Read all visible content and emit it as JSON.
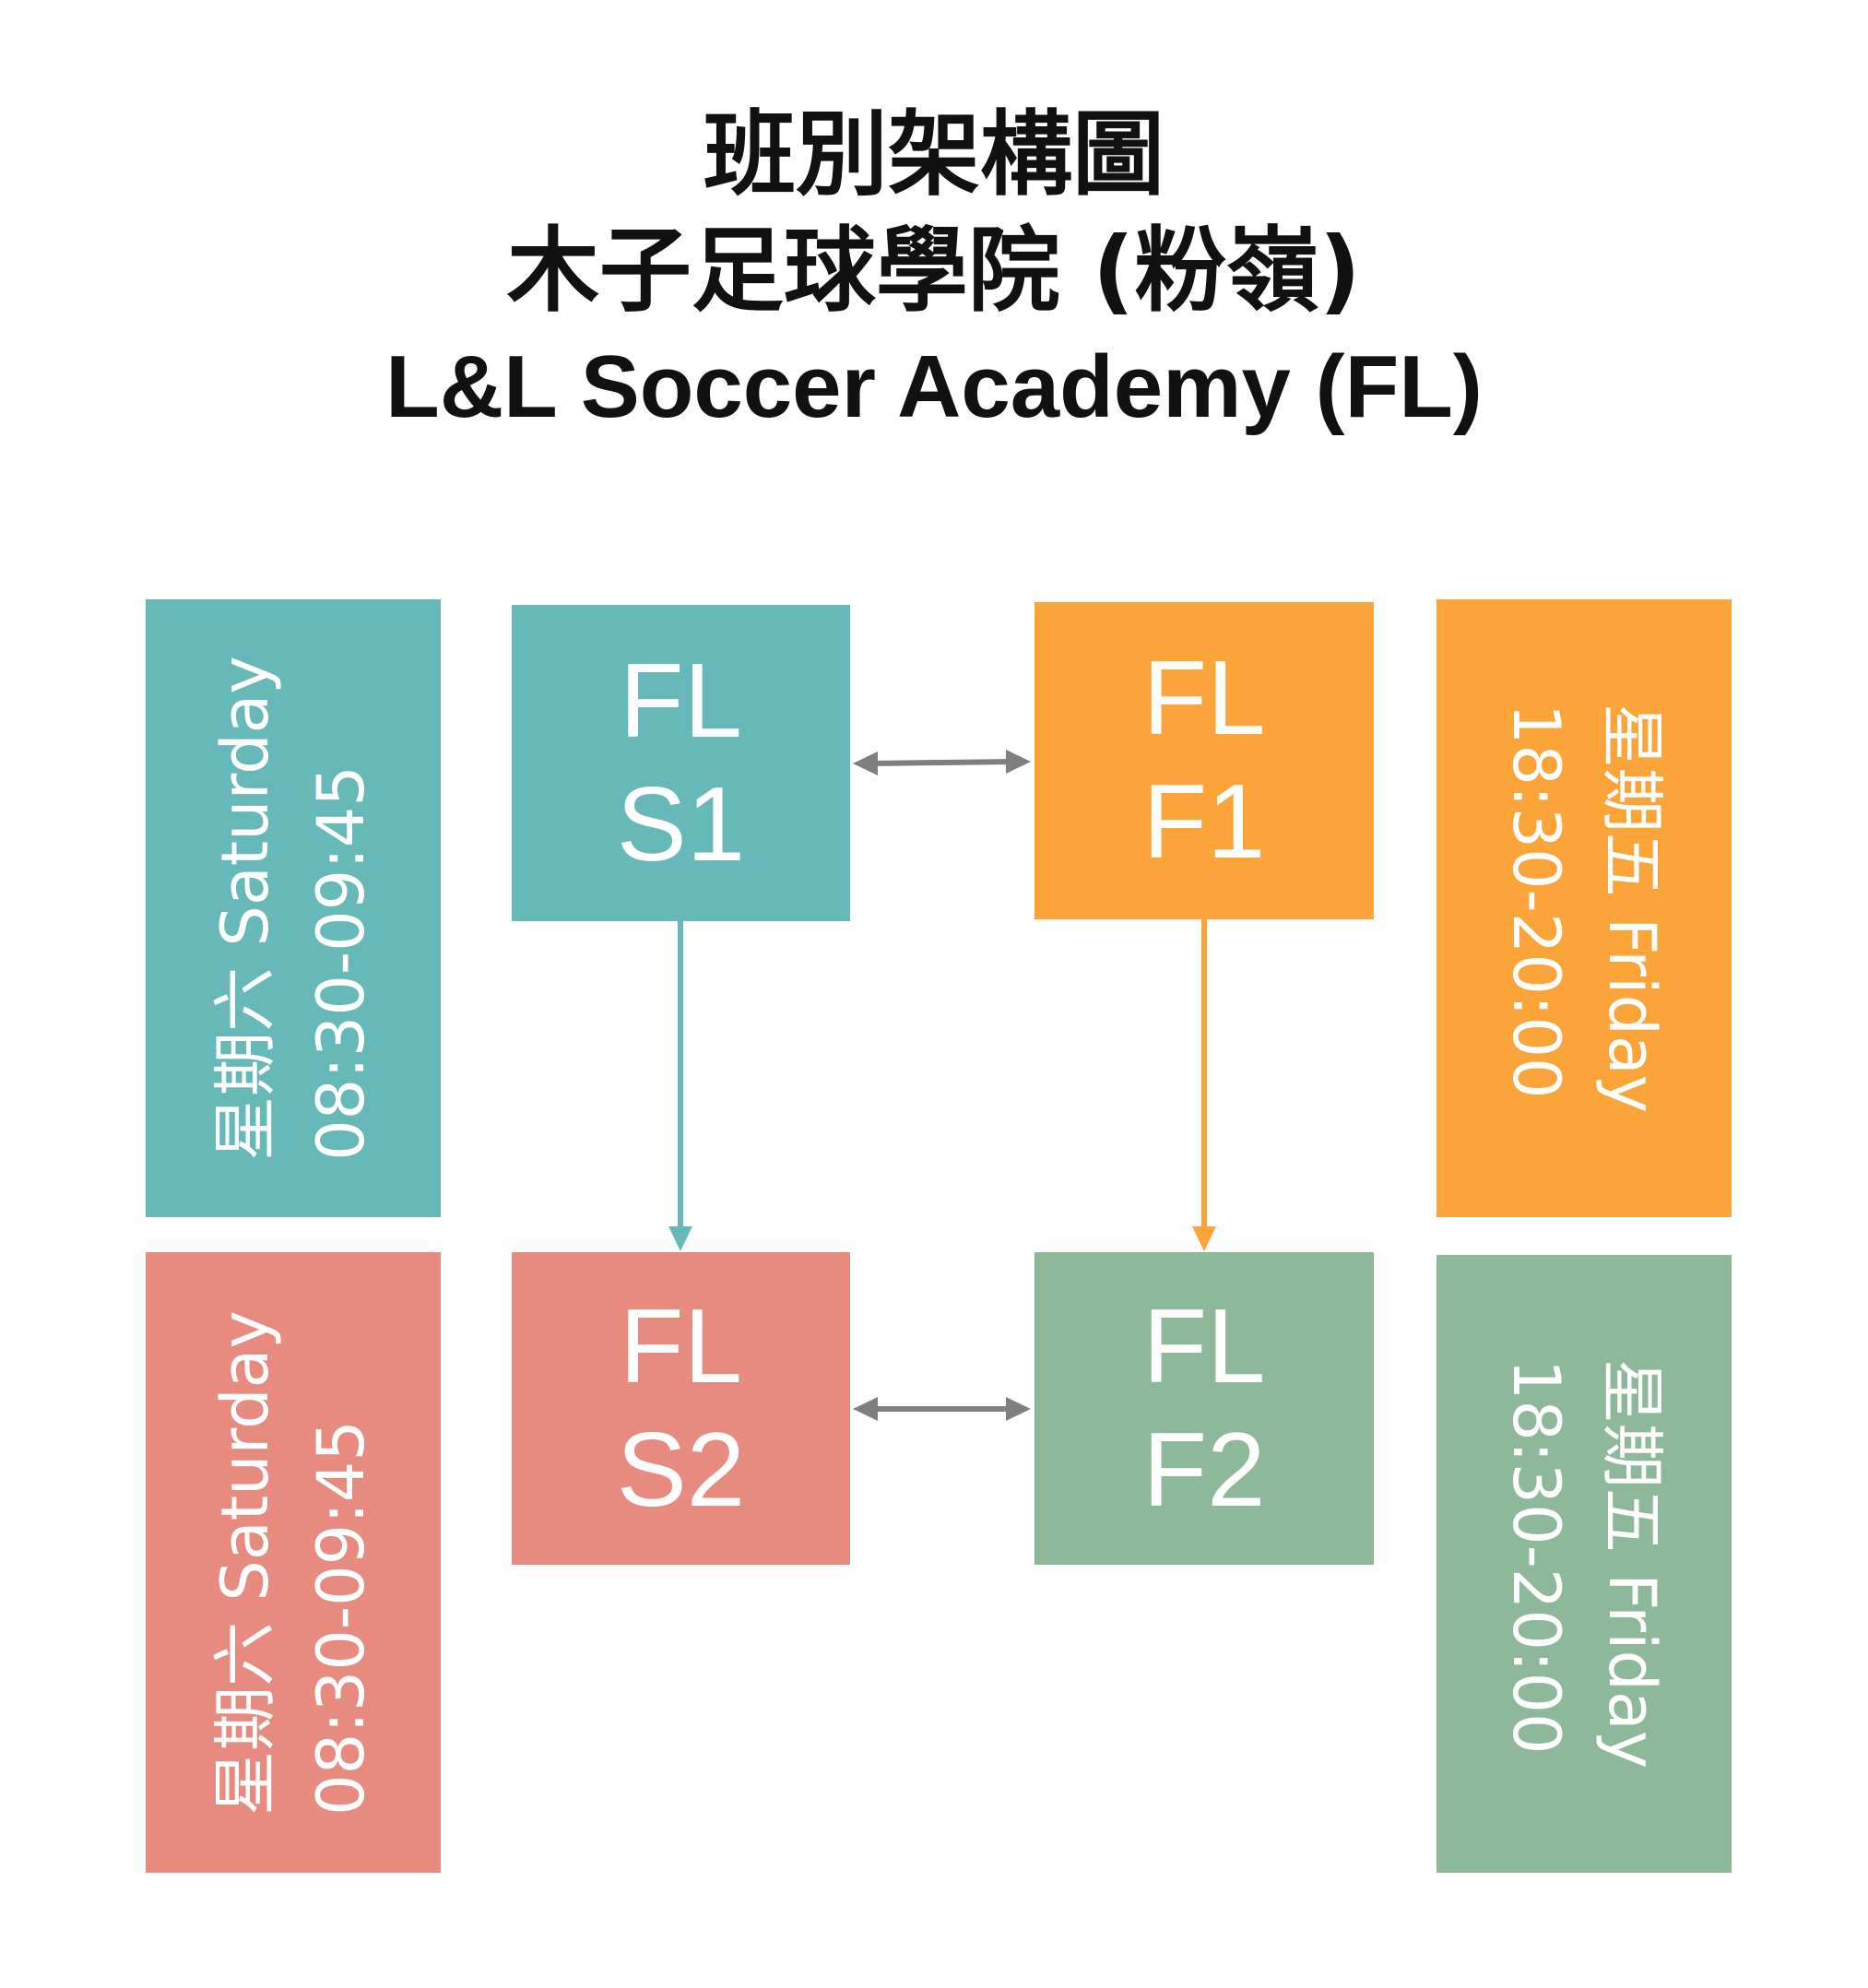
{
  "title": {
    "line1": "班別架構圖",
    "line2": "木子足球學院 (粉嶺)",
    "line3": "L&L Soccer Academy (FL)"
  },
  "schedules": {
    "saturday_top": {
      "day": "星期六 Saturday",
      "time": "08:30-09:45",
      "color": "#66b9b8"
    },
    "saturday_bottom": {
      "day": "星期六 Saturday",
      "time": "08:30-09:45",
      "color": "#e78b81"
    },
    "friday_top": {
      "day": "星期五 Friday",
      "time": "18:30-20:00",
      "color": "#fba43a"
    },
    "friday_bottom": {
      "day": "星期五 Friday",
      "time": "18:30-20:00",
      "color": "#8db99a"
    }
  },
  "classes": {
    "s1": {
      "line1": "FL",
      "line2": "S1",
      "color": "#66b9b8"
    },
    "f1": {
      "line1": "FL",
      "line2": "F1",
      "color": "#fba43a"
    },
    "s2": {
      "line1": "FL",
      "line2": "S2",
      "color": "#e78b81"
    },
    "f2": {
      "line1": "FL",
      "line2": "F2",
      "color": "#8db99a"
    }
  },
  "connector_colors": {
    "bidirectional": "#7f7f7f",
    "s_progression": "#66b9b8",
    "f_progression": "#fba43a"
  }
}
